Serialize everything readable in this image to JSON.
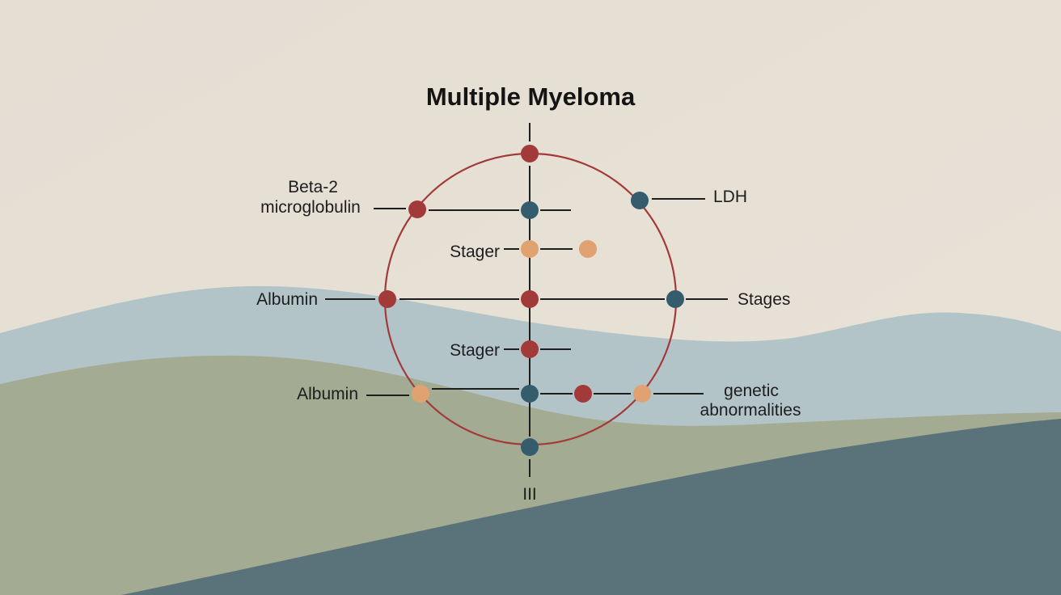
{
  "diagram": {
    "title": "Multiple Myeloma",
    "labels": {
      "beta2_line1": "Beta-2",
      "beta2_line2": "microglobulin",
      "ldh": "LDH",
      "stager_upper": "Stager",
      "albumin_upper": "Albumin",
      "stages": "Stages",
      "stager_lower": "Stager",
      "albumin_lower": "Albumin",
      "genetic_line1": "genetic",
      "genetic_line2": "abnormalities",
      "axis_bottom": "III"
    }
  },
  "colors": {
    "background_top": "#e7e0d4",
    "wave_blue": "#b3c4c9",
    "wave_green": "#a3ab92",
    "wave_slate": "#5a7279",
    "circle_stroke": "#a33a3a",
    "node_red": "#a33a3a",
    "node_teal": "#355c6d",
    "node_orange": "#dfa270"
  }
}
